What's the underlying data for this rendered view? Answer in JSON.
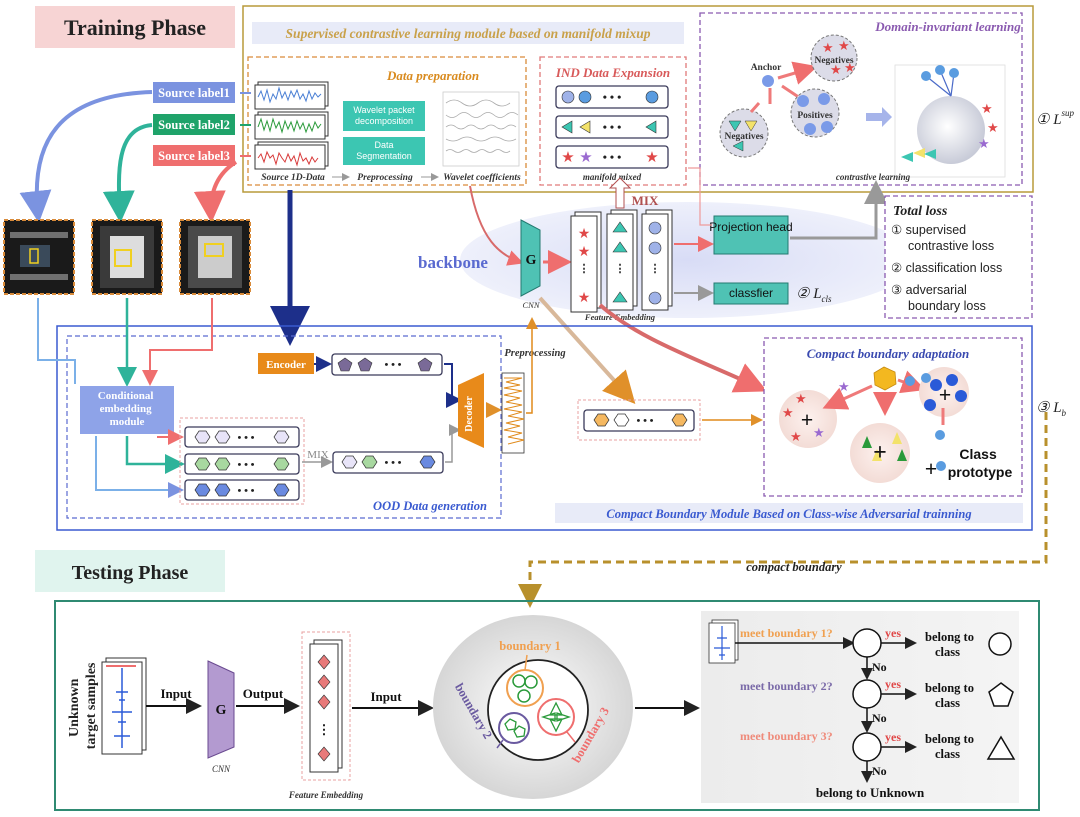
{
  "training": {
    "phase_title": "Training Phase",
    "contrastive_title": "Supervised contrastive learning module based on manifold mixup",
    "data_prep": {
      "title": "Data preparation",
      "wavelet_box": "Wavelet packet decomposition",
      "segment_box": "Data Segmentation",
      "source": "Source 1D-Data",
      "preprocessing": "Preprocessing",
      "coefficients": "Wavelet coefficients"
    },
    "ind": {
      "title": "IND Data Expansion",
      "mixed": "manifold mixed"
    },
    "domain": {
      "title": "Domain-invariant learning",
      "anchor": "Anchor",
      "negatives": "Negatives",
      "positives": "Positives",
      "contrastive": "contrastive learning"
    },
    "loss_sup": "① L",
    "loss_sup_sup": "sup",
    "source_labels": [
      "Source label1",
      "Source label2",
      "Source label3"
    ],
    "label_colors": [
      "#7b93e0",
      "#1fa36a",
      "#ef6e6e"
    ],
    "mix_top": "MIX",
    "backbone": "backbone",
    "g_label": "G",
    "cnn_label": "CNN",
    "feature_embedding": "Feature Embedding",
    "projection_head": "Projection head",
    "classifier": "classfier",
    "loss_cls": "② L",
    "loss_cls_sub": "cls",
    "total_loss": {
      "title": "Total  loss",
      "items": [
        "① supervised",
        "contrastive loss",
        "② classification loss",
        "③ adversarial",
        "boundary loss"
      ]
    },
    "encoder": "Encoder",
    "decoder": "Decoder",
    "conditional": [
      "Conditional",
      "embedding",
      "module"
    ],
    "mix_bottom": "MIX",
    "preprocessing2": "Preprocessing",
    "ood_title": "OOD Data generation",
    "compact_title": "Compact boundary adaptation",
    "class_prototype": [
      "Class",
      "prototype"
    ],
    "loss_b": "③ L",
    "loss_b_sub": "b",
    "boundary_module": "Compact Boundary Module Based on Class-wise Adversarial trainning"
  },
  "testing": {
    "phase_title": "Testing Phase",
    "compact_boundary": "compact boundary",
    "unknown": [
      "Unknown",
      "target samples"
    ],
    "input": "Input",
    "output": "Output",
    "input2": "Input",
    "g_label": "G",
    "cnn_label": "CNN",
    "feature_embedding": "Feature Embedding",
    "boundary1": "boundary 1",
    "boundary2": "boundary 2",
    "boundary3": "boundary 3",
    "meet1": "meet  boundary 1?",
    "meet2": "meet  boundary 2?",
    "meet3": "meet  boundary 3?",
    "yes": "yes",
    "no": "No",
    "belong_class": [
      "belong to",
      "class"
    ],
    "belong_unknown": "belong to Unknown"
  }
}
